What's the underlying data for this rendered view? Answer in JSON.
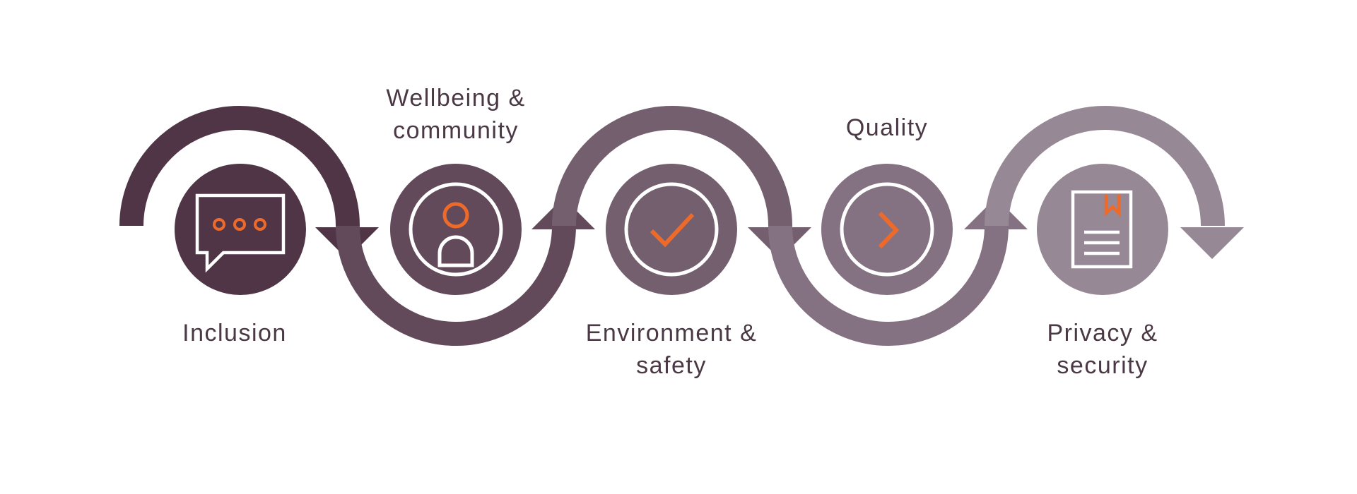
{
  "colors": {
    "step1": "#4f3546",
    "step2": "#624a5b",
    "step3": "#735f6e",
    "step4": "#847282",
    "step5": "#978895",
    "accent": "#ee6a2a",
    "icon_line": "#ffffff",
    "text": "#4a3845"
  },
  "steps": [
    {
      "label_lines": [
        "Inclusion"
      ],
      "label_position": "below",
      "icon": "speech-bubble-icon",
      "ring": false
    },
    {
      "label_lines": [
        "Wellbeing &",
        "community"
      ],
      "label_position": "above",
      "icon": "person-icon",
      "ring": true
    },
    {
      "label_lines": [
        "Environment &",
        "safety"
      ],
      "label_position": "below",
      "icon": "checkmark-icon",
      "ring": true
    },
    {
      "label_lines": [
        "Quality"
      ],
      "label_position": "above",
      "icon": "chevron-right-icon",
      "ring": true
    },
    {
      "label_lines": [
        "Privacy &",
        "security"
      ],
      "label_position": "below",
      "icon": "document-icon",
      "ring": false
    }
  ]
}
